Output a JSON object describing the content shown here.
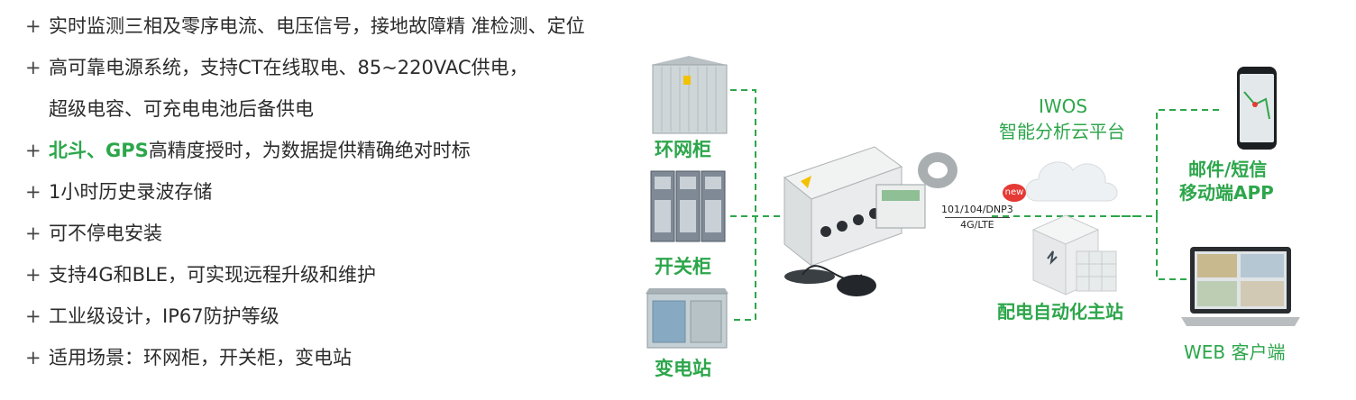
{
  "features": [
    {
      "prefix": "+",
      "highlight": "",
      "text": "实时监测三相及零序电流、电压信号，接地故障精 准检测、定位"
    },
    {
      "prefix": "+",
      "highlight": "",
      "text": "高可靠电源系统，支持CT在线取电、85~220VAC供电，"
    },
    {
      "prefix": "",
      "highlight": "",
      "text": "超级电容、可充电电池后备供电"
    },
    {
      "prefix": "+",
      "highlight": "北斗、GPS",
      "text": "高精度授时，为数据提供精确绝对时标"
    },
    {
      "prefix": "+",
      "highlight": "",
      "text": "1小时历史录波存储"
    },
    {
      "prefix": "+",
      "highlight": "",
      "text": "可不停电安装"
    },
    {
      "prefix": "+",
      "highlight": "",
      "text": "支持4G和BLE，可实现远程升级和维护"
    },
    {
      "prefix": "+",
      "highlight": "",
      "text": "工业级设计，IP67防护等级"
    },
    {
      "prefix": "+",
      "highlight": "",
      "text": "适用场景：环网柜，开关柜，变电站"
    }
  ],
  "diagram": {
    "cabinets": [
      "环网柜",
      "开关柜",
      "变电站"
    ],
    "protocol_top": "101/104/DNP3",
    "protocol_bottom": "4G/LTE",
    "new_badge": "new",
    "cloud_title": "IWOS",
    "cloud_subtitle": "智能分析云平台",
    "master_station": "配电自动化主站",
    "mobile_line1": "邮件/短信",
    "mobile_line2": "移动端APP",
    "web_client": "WEB 客户端"
  },
  "colors": {
    "accent_green": "#2da64b",
    "badge_red": "#e53935",
    "text_dark": "#2b2b2b"
  }
}
